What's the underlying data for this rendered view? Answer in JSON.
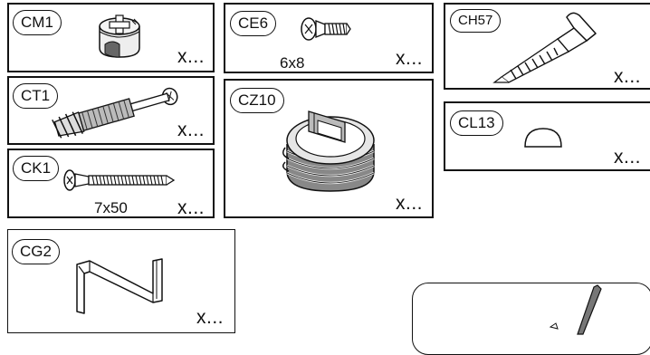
{
  "parts": [
    {
      "code": "CM1",
      "qty": "x...",
      "dimension": "",
      "icon": "cam-lock-icon"
    },
    {
      "code": "CT1",
      "qty": "x...",
      "dimension": "",
      "icon": "dowel-connector-icon"
    },
    {
      "code": "CK1",
      "qty": "x...",
      "dimension": "7x50",
      "icon": "long-screw-icon"
    },
    {
      "code": "CG2",
      "qty": "x...",
      "dimension": "",
      "icon": "allen-key-icon"
    },
    {
      "code": "CE6",
      "qty": "x...",
      "dimension": "6x8",
      "icon": "short-screw-icon"
    },
    {
      "code": "CZ10",
      "qty": "x...",
      "dimension": "",
      "icon": "adjustable-foot-icon"
    },
    {
      "code": "CH57",
      "qty": "x...",
      "dimension": "",
      "icon": "l-hook-icon"
    },
    {
      "code": "CL13",
      "qty": "x...",
      "dimension": "",
      "icon": "bumper-pad-icon"
    }
  ]
}
